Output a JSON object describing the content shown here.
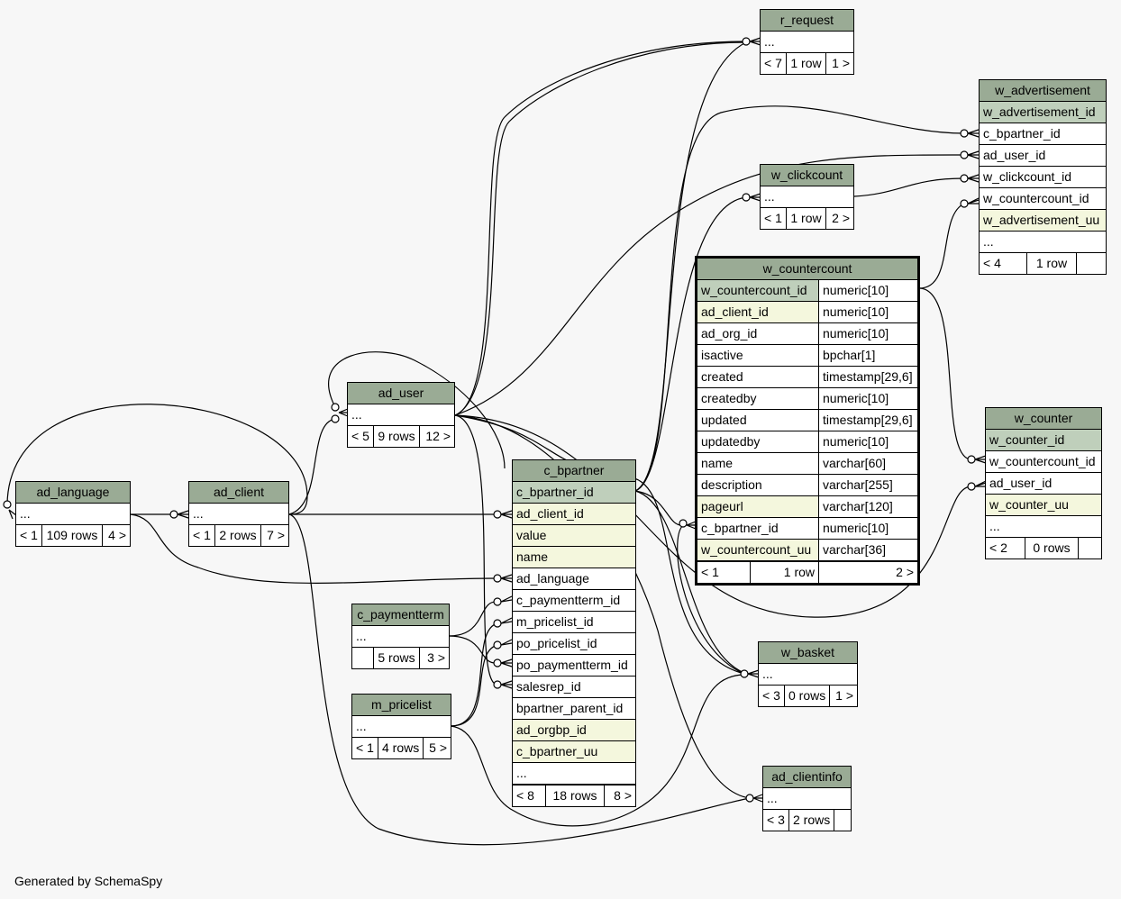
{
  "footer": "Generated by SchemaSpy",
  "tables": {
    "r_request": {
      "name": "r_request",
      "columns": [
        {
          "name": "..."
        }
      ],
      "foot": [
        "< 7",
        "1 row",
        "1 >"
      ]
    },
    "w_advertisement": {
      "name": "w_advertisement",
      "columns": [
        {
          "name": "w_advertisement_id",
          "kind": "pk"
        },
        {
          "name": "c_bpartner_id",
          "kind": "plain"
        },
        {
          "name": "ad_user_id",
          "kind": "plain"
        },
        {
          "name": "w_clickcount_id",
          "kind": "plain"
        },
        {
          "name": "w_countercount_id",
          "kind": "plain"
        },
        {
          "name": "w_advertisement_uu",
          "kind": "idx"
        },
        {
          "name": "...",
          "kind": "plain"
        }
      ],
      "foot": [
        "< 4",
        "1 row",
        ""
      ]
    },
    "w_clickcount": {
      "name": "w_clickcount",
      "columns": [
        {
          "name": "..."
        }
      ],
      "foot": [
        "< 1",
        "1 row",
        "2 >"
      ]
    },
    "w_countercount": {
      "name": "w_countercount",
      "columns": [
        {
          "name": "w_countercount_id",
          "type": "numeric[10]",
          "kind": "pk"
        },
        {
          "name": "ad_client_id",
          "type": "numeric[10]",
          "kind": "idx"
        },
        {
          "name": "ad_org_id",
          "type": "numeric[10]",
          "kind": "plain"
        },
        {
          "name": "isactive",
          "type": "bpchar[1]",
          "kind": "plain"
        },
        {
          "name": "created",
          "type": "timestamp[29,6]",
          "kind": "plain"
        },
        {
          "name": "createdby",
          "type": "numeric[10]",
          "kind": "plain"
        },
        {
          "name": "updated",
          "type": "timestamp[29,6]",
          "kind": "plain"
        },
        {
          "name": "updatedby",
          "type": "numeric[10]",
          "kind": "plain"
        },
        {
          "name": "name",
          "type": "varchar[60]",
          "kind": "plain"
        },
        {
          "name": "description",
          "type": "varchar[255]",
          "kind": "plain"
        },
        {
          "name": "pageurl",
          "type": "varchar[120]",
          "kind": "idx"
        },
        {
          "name": "c_bpartner_id",
          "type": "numeric[10]",
          "kind": "plain"
        },
        {
          "name": "w_countercount_uu",
          "type": "varchar[36]",
          "kind": "idx"
        }
      ],
      "foot": [
        "< 1",
        "1 row",
        "2 >"
      ]
    },
    "w_counter": {
      "name": "w_counter",
      "columns": [
        {
          "name": "w_counter_id",
          "kind": "pk"
        },
        {
          "name": "w_countercount_id",
          "kind": "plain"
        },
        {
          "name": "ad_user_id",
          "kind": "plain"
        },
        {
          "name": "w_counter_uu",
          "kind": "idx"
        },
        {
          "name": "...",
          "kind": "plain"
        }
      ],
      "foot": [
        "< 2",
        "0 rows",
        ""
      ]
    },
    "ad_user": {
      "name": "ad_user",
      "columns": [
        {
          "name": "..."
        }
      ],
      "foot": [
        "< 5",
        "9 rows",
        "12 >"
      ]
    },
    "ad_language": {
      "name": "ad_language",
      "columns": [
        {
          "name": "..."
        }
      ],
      "foot": [
        "< 1",
        "109 rows",
        "4 >"
      ]
    },
    "ad_client": {
      "name": "ad_client",
      "columns": [
        {
          "name": "..."
        }
      ],
      "foot": [
        "< 1",
        "2 rows",
        "7 >"
      ]
    },
    "c_bpartner": {
      "name": "c_bpartner",
      "columns": [
        {
          "name": "c_bpartner_id",
          "kind": "pk"
        },
        {
          "name": "ad_client_id",
          "kind": "idx"
        },
        {
          "name": "value",
          "kind": "idx"
        },
        {
          "name": "name",
          "kind": "idx"
        },
        {
          "name": "ad_language",
          "kind": "plain"
        },
        {
          "name": "c_paymentterm_id",
          "kind": "plain"
        },
        {
          "name": "m_pricelist_id",
          "kind": "plain"
        },
        {
          "name": "po_pricelist_id",
          "kind": "plain"
        },
        {
          "name": "po_paymentterm_id",
          "kind": "plain"
        },
        {
          "name": "salesrep_id",
          "kind": "plain"
        },
        {
          "name": "bpartner_parent_id",
          "kind": "plain"
        },
        {
          "name": "ad_orgbp_id",
          "kind": "idx"
        },
        {
          "name": "c_bpartner_uu",
          "kind": "idx"
        },
        {
          "name": "...",
          "kind": "plain"
        }
      ],
      "foot": [
        "< 8",
        "18 rows",
        "8 >"
      ]
    },
    "c_paymentterm": {
      "name": "c_paymentterm",
      "columns": [
        {
          "name": "..."
        }
      ],
      "foot": [
        "",
        "5 rows",
        "3 >"
      ]
    },
    "m_pricelist": {
      "name": "m_pricelist",
      "columns": [
        {
          "name": "..."
        }
      ],
      "foot": [
        "< 1",
        "4 rows",
        "5 >"
      ]
    },
    "w_basket": {
      "name": "w_basket",
      "columns": [
        {
          "name": "..."
        }
      ],
      "foot": [
        "< 3",
        "0 rows",
        "1 >"
      ]
    },
    "ad_clientinfo": {
      "name": "ad_clientinfo",
      "columns": [
        {
          "name": "..."
        }
      ],
      "foot": [
        "< 3",
        "2 rows",
        ""
      ]
    }
  }
}
